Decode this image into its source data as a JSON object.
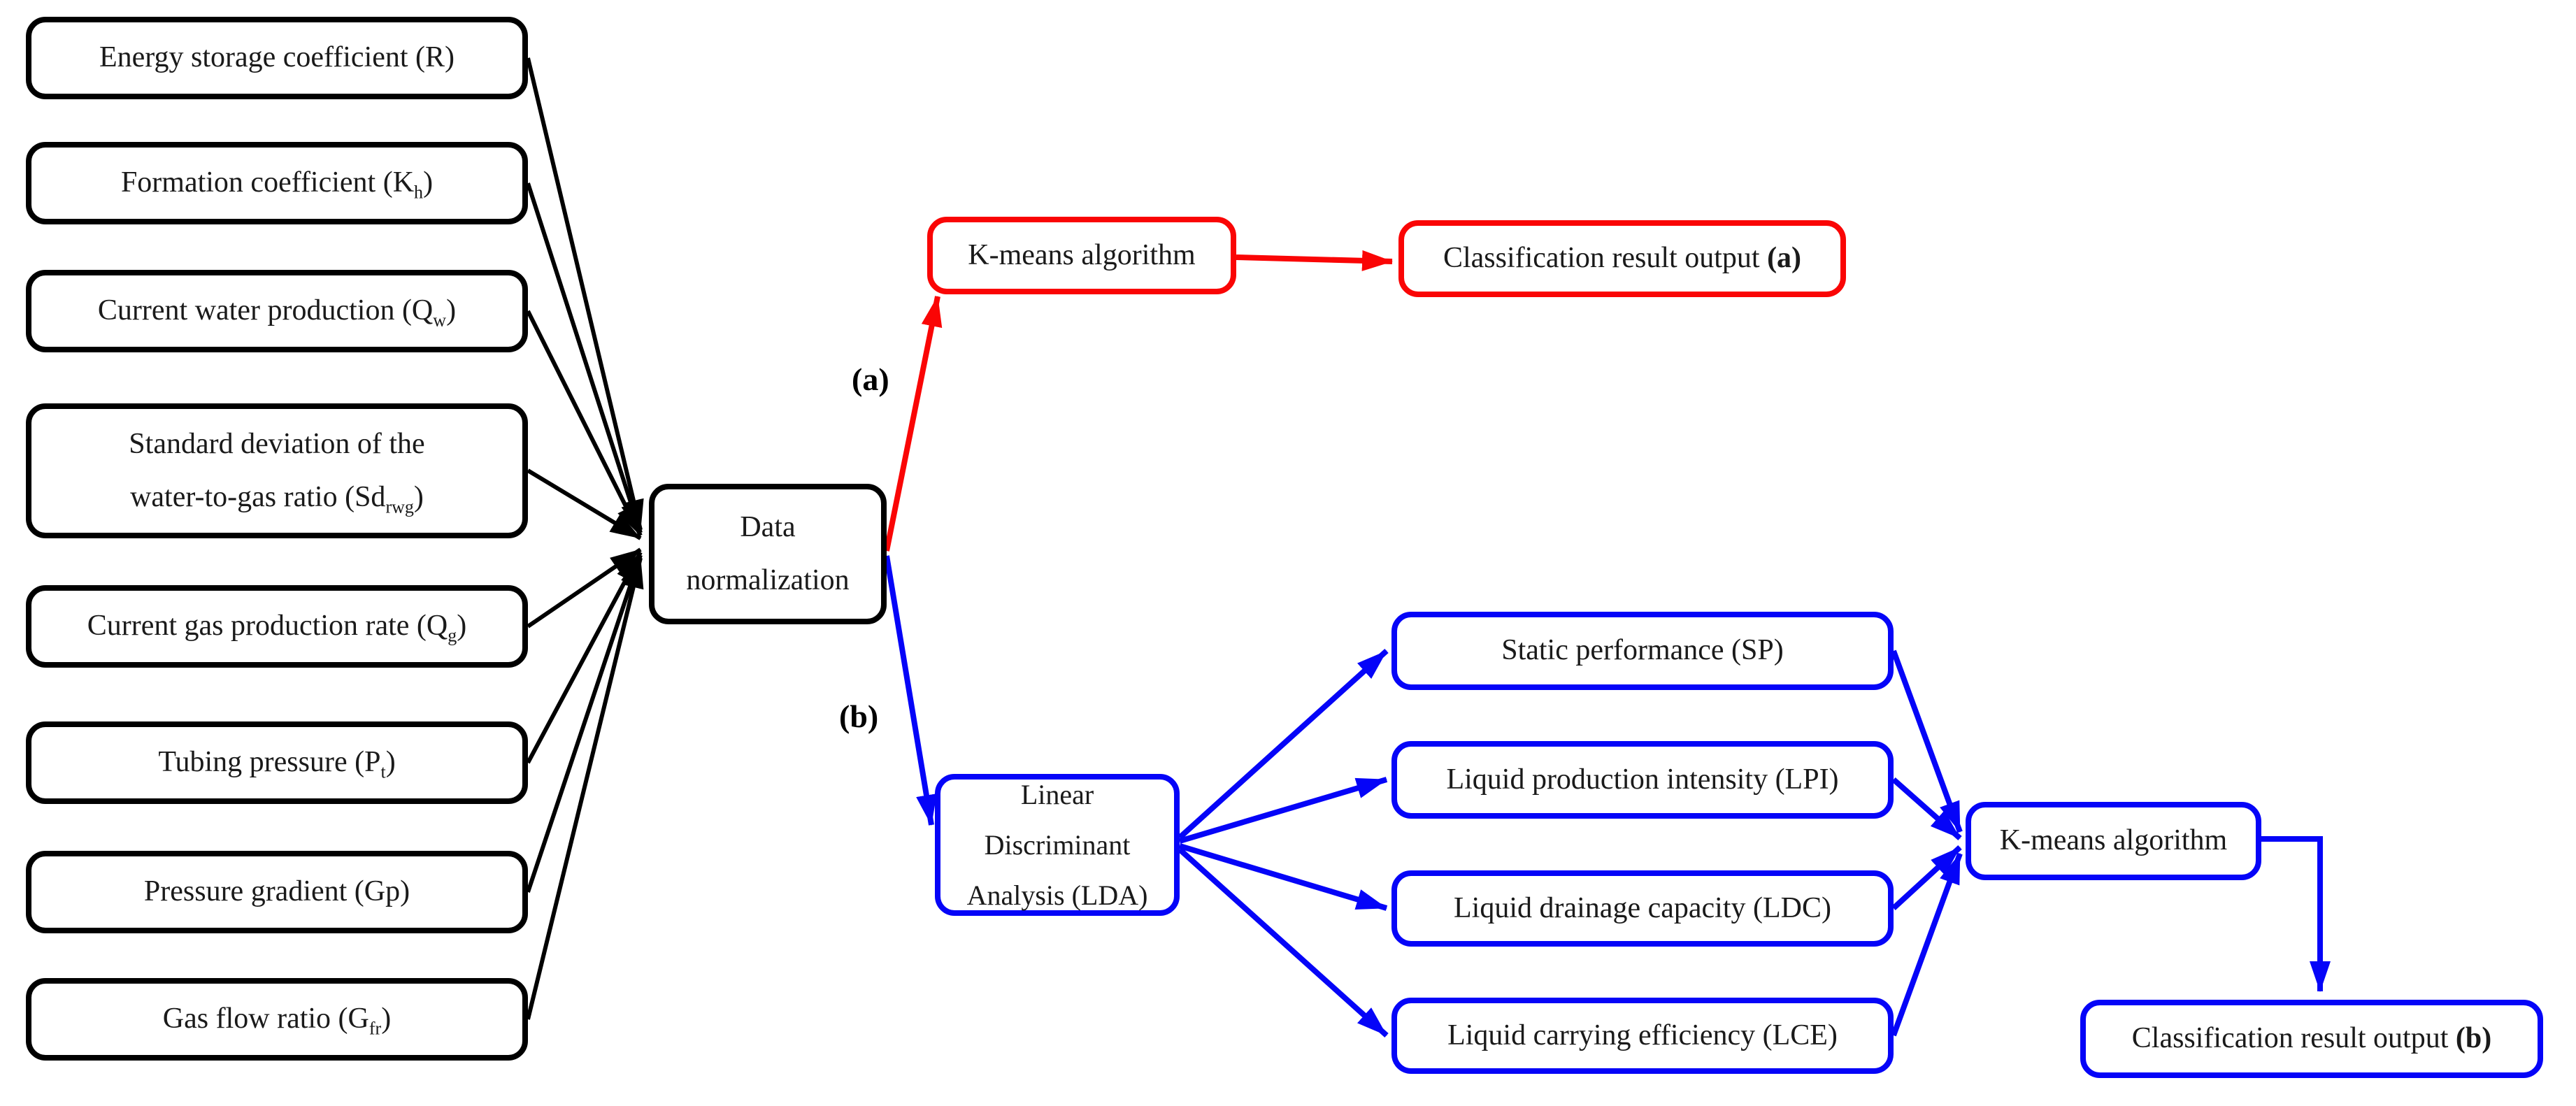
{
  "diagram": {
    "colors": {
      "input_black": "#000000",
      "branch_a_red": "#fa0505",
      "branch_b_blue": "#0504f8"
    },
    "inputs": [
      {
        "pre": "Energy storage coefficient (R)",
        "sub": "",
        "post": ""
      },
      {
        "pre": "Formation coefficient (K",
        "sub": "h",
        "post": ")"
      },
      {
        "pre": "Current water production (Q",
        "sub": "w",
        "post": ")"
      },
      {
        "line1": "Standard deviation of the",
        "pre": "water-to-gas ratio (Sd",
        "sub": "rwg",
        "post": ")"
      },
      {
        "pre": "Current gas production rate (Q",
        "sub": "g",
        "post": ")"
      },
      {
        "pre": "Tubing pressure (P",
        "sub": "t",
        "post": ")"
      },
      {
        "pre": "Pressure gradient (Gp)",
        "sub": "",
        "post": ""
      },
      {
        "pre": "Gas flow ratio (G",
        "sub": "fr",
        "post": ")"
      }
    ],
    "nodes": {
      "data_normalization": {
        "label": "Data normalization"
      },
      "kmeans_a": {
        "label": "K-means algorithm"
      },
      "classification_a": {
        "pre": "Classification result output ",
        "tag": "(a)"
      },
      "lda": {
        "line1": "Linear Discriminant",
        "line2": "Analysis (LDA)"
      },
      "sp": {
        "label": "Static performance (SP)"
      },
      "lpi": {
        "label": "Liquid production intensity (LPI)"
      },
      "ldc": {
        "label": "Liquid drainage capacity (LDC)"
      },
      "lce": {
        "label": "Liquid carrying efficiency (LCE)"
      },
      "kmeans_b": {
        "label": "K-means algorithm"
      },
      "classification_b": {
        "pre": "Classification result output ",
        "tag": "(b)"
      }
    },
    "branch_labels": {
      "a": "(a)",
      "b": "(b)"
    }
  }
}
